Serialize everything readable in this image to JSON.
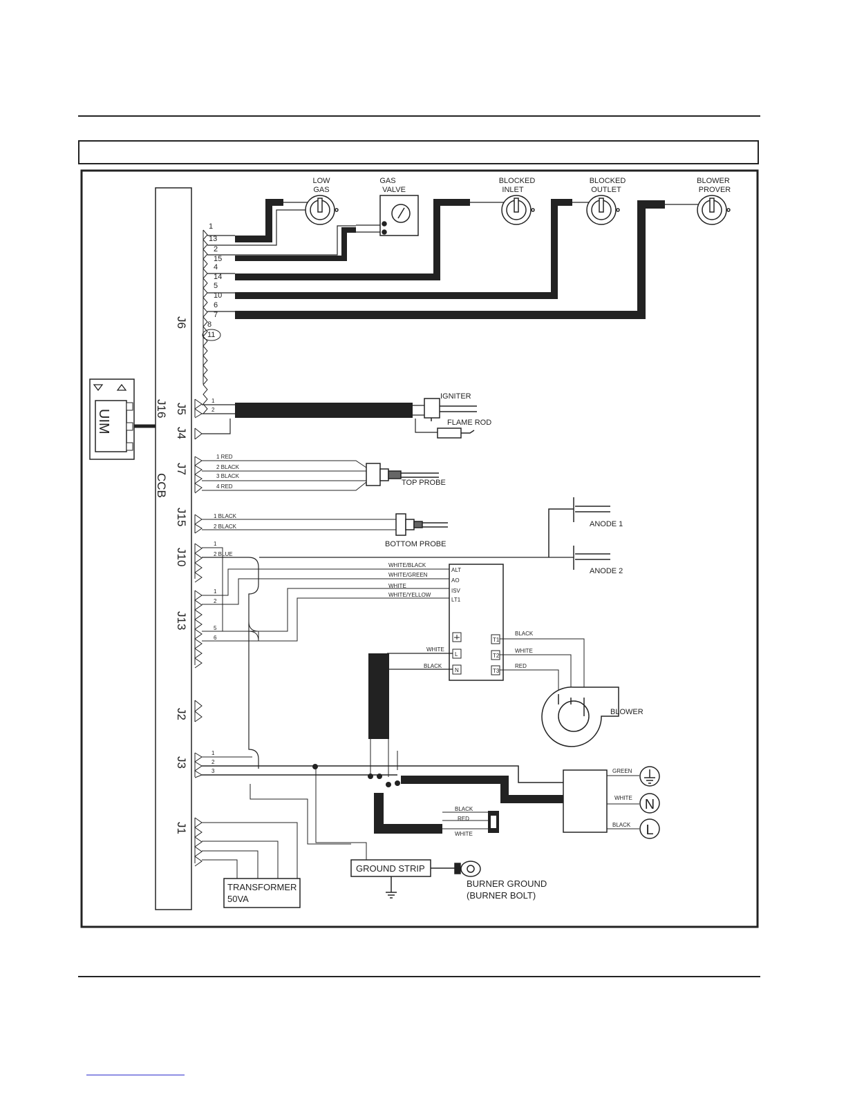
{
  "labels": {
    "low_gas": [
      "LOW",
      "GAS"
    ],
    "gas_valve": [
      "GAS",
      "VALVE"
    ],
    "blocked_inlet": [
      "BLOCKED",
      "INLET"
    ],
    "blocked_outlet": [
      "BLOCKED",
      "OUTLET"
    ],
    "blower_prover": [
      "BLOWER",
      "PROVER"
    ],
    "igniter": "IGNITER",
    "flame_rod": "FLAME ROD",
    "top_probe": "TOP PROBE",
    "bottom_probe": "BOTTOM PROBE",
    "anode1": "ANODE 1",
    "anode2": "ANODE 2",
    "blower": "BLOWER",
    "ground_strip": "GROUND STRIP",
    "burner_ground": [
      "BURNER GROUND",
      "(BURNER BOLT)"
    ],
    "transformer": [
      "TRANSFORMER",
      "50VA"
    ],
    "uim": "UIM",
    "ccb": "CCB",
    "n": "N",
    "l": "L"
  },
  "connectors": {
    "j6": "J6",
    "j16": "J16",
    "j5": "J5",
    "j4": "J4",
    "j7": "J7",
    "j15": "J15",
    "j10": "J10",
    "j13": "J13",
    "j2": "J2",
    "j3": "J3",
    "j1": "J1"
  },
  "j6_pins": [
    "1",
    "13",
    "2",
    "15",
    "4",
    "14",
    "5",
    "10",
    "6",
    "7",
    "8",
    "11"
  ],
  "j5_pins": [
    "1",
    "2"
  ],
  "j7_pins": [
    "1 RED",
    "2 BLACK",
    "3 BLACK",
    "4 RED"
  ],
  "j15_pins": [
    "1 BLACK",
    "2 BLACK"
  ],
  "j10_pins": [
    "1",
    "2 BLUE"
  ],
  "j13_pins": [
    "1",
    "2",
    "5",
    "6"
  ],
  "j3_pins": [
    "1",
    "2",
    "3"
  ],
  "relay_wires": [
    "WHITE/BLACK",
    "WHITE/GREEN",
    "WHITE",
    "WHITE/YELLOW"
  ],
  "relay_terms": [
    "ALT",
    "AO",
    "ISV",
    "LT1"
  ],
  "relay_left_wires": [
    "WHITE",
    "BLACK"
  ],
  "relay_left_terms": [
    "L",
    "N"
  ],
  "relay_right_wires": [
    "BLACK",
    "WHITE",
    "RED"
  ],
  "relay_right_terms": [
    "T1",
    "T2",
    "T3"
  ],
  "switch_wires": [
    "BLACK",
    "RED",
    "WHITE"
  ],
  "supply_wires": [
    "GREEN",
    "WHITE",
    "BLACK"
  ]
}
